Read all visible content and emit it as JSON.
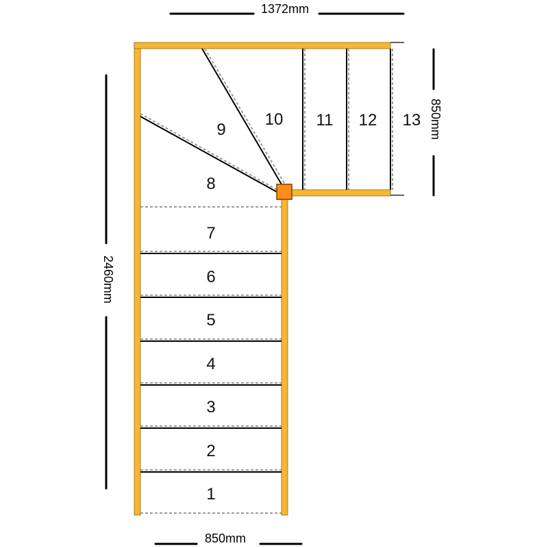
{
  "diagram": {
    "colors": {
      "stringer": "#f7b733",
      "stringer_edge": "#8a6a10",
      "newel_post": "#ff8c1a",
      "tread_line": "#000000",
      "nosing_line": "#9a9a9a"
    },
    "dimensions": {
      "top_width": "1372mm",
      "total_length": "2460mm",
      "landing_depth": "850mm",
      "bottom_width": "850mm"
    },
    "steps": [
      "1",
      "2",
      "3",
      "4",
      "5",
      "6",
      "7",
      "8",
      "9",
      "10",
      "11",
      "12",
      "13"
    ]
  }
}
